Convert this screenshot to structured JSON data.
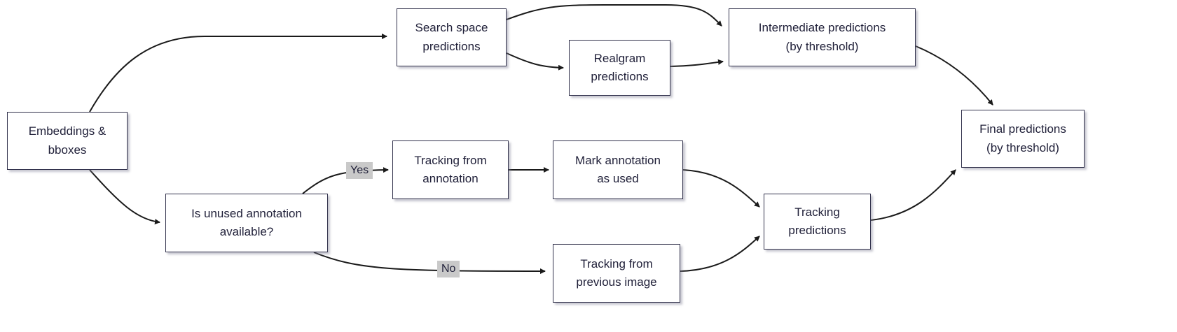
{
  "diagram": {
    "type": "flowchart",
    "nodes": {
      "embeddings": {
        "label": "Embeddings &\nbboxes"
      },
      "search_space": {
        "label": "Search space\npredictions"
      },
      "realgram": {
        "label": "Realgram\npredictions"
      },
      "intermediate": {
        "label": "Intermediate predictions\n(by threshold)"
      },
      "final": {
        "label": "Final predictions\n(by threshold)"
      },
      "is_unused": {
        "label": "Is unused annotation\navailable?"
      },
      "tracking_annotation": {
        "label": "Tracking from\nannotation"
      },
      "mark_annotation": {
        "label": "Mark annotation\nas used"
      },
      "tracking_predictions": {
        "label": "Tracking\npredictions"
      },
      "tracking_previous": {
        "label": "Tracking from\nprevious image"
      }
    },
    "edge_labels": {
      "yes": "Yes",
      "no": "No"
    },
    "edges": [
      "embeddings -> search_space",
      "embeddings -> is_unused",
      "search_space -> intermediate",
      "search_space -> realgram",
      "realgram -> intermediate",
      "intermediate -> final",
      "is_unused -(Yes)-> tracking_annotation",
      "tracking_annotation -> mark_annotation",
      "mark_annotation -> tracking_predictions",
      "is_unused -(No)-> tracking_previous",
      "tracking_previous -> tracking_predictions",
      "tracking_predictions -> final"
    ],
    "colors": {
      "node_border": "#33334d",
      "node_fill": "#ffffff",
      "text": "#1f1f38",
      "edge": "#1a1a1a",
      "edge_label_bg": "#c9c9c9",
      "background": "#ffffff"
    }
  }
}
